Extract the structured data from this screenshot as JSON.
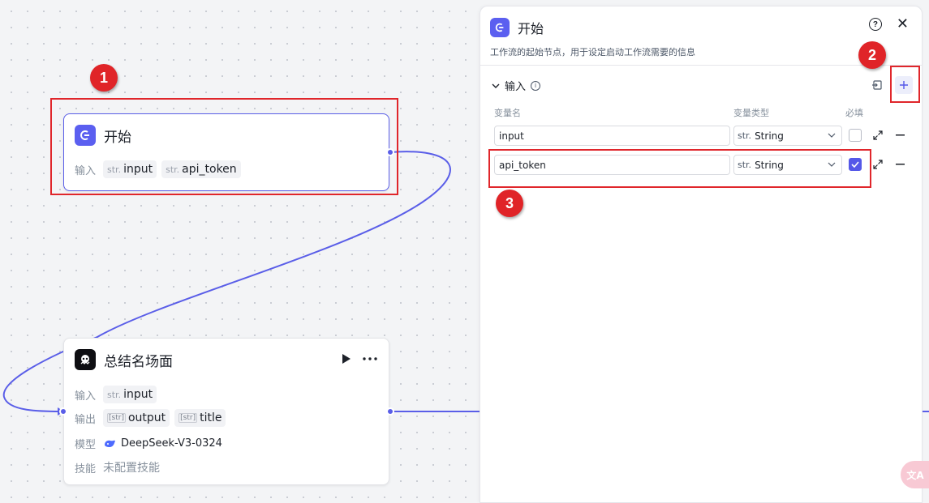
{
  "start_node": {
    "title": "开始",
    "input_label": "输入",
    "inputs": [
      {
        "type": "str.",
        "name": "input"
      },
      {
        "type": "str.",
        "name": "api_token"
      }
    ]
  },
  "summary_node": {
    "title": "总结名场面",
    "input_label": "输入",
    "input": {
      "type": "str.",
      "name": "input"
    },
    "output_label": "输出",
    "outputs": [
      {
        "type": "[str]",
        "name": "output"
      },
      {
        "type": "[str]",
        "name": "title"
      }
    ],
    "model_label": "模型",
    "model_name": "DeepSeek-V3-0324",
    "skill_label": "技能",
    "skill_value": "未配置技能"
  },
  "annotations": [
    "1",
    "2",
    "3"
  ],
  "panel": {
    "title": "开始",
    "description": "工作流的起始节点，用于设定启动工作流需要的信息",
    "section_title": "输入",
    "columns": {
      "name": "变量名",
      "type": "变量类型",
      "required": "必填"
    },
    "rows": [
      {
        "name": "input",
        "type_prefix": "str.",
        "type": "String",
        "required": false
      },
      {
        "name": "api_token",
        "type_prefix": "str.",
        "type": "String",
        "required": true
      }
    ]
  },
  "floating_button": {
    "label": "文A"
  },
  "colors": {
    "accent": "#5a5ee8",
    "annotation_red": "#e0262b"
  }
}
